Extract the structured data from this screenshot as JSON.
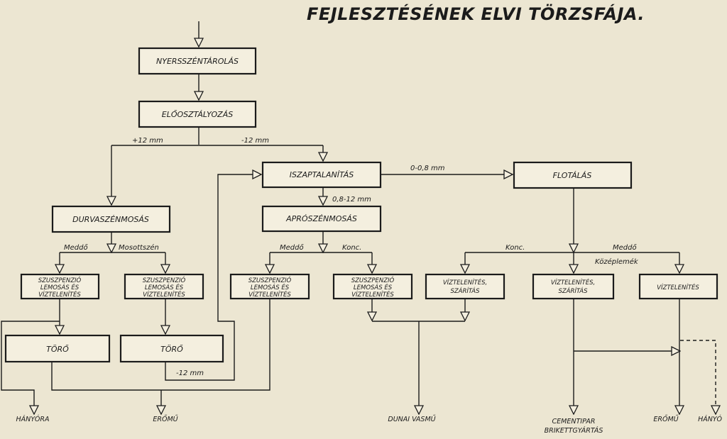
{
  "title": "FEJLESZTÉSÉNEK ELVI TÖRZSFÁJA.",
  "nodes": {
    "nyers": "NYERSSZÉNTÁROLÁS",
    "eloosztalyozas": "ELŐOSZTÁLYOZÁS",
    "iszaptalanitas": "ISZAPTALANÍTÁS",
    "flotalas": "FLOTÁLÁS",
    "durva": "DURVASZÉNMOSÁS",
    "apro": "APRÓSZÉNMOSÁS",
    "szusp1": [
      "SZUSZPENZIÓ",
      "LEMOSÁS ÉS",
      "VÍZTELENÍTÉS"
    ],
    "szusp2": [
      "SZUSZPENZIÓ",
      "LEMOSÁS ÉS",
      "VÍZTELENÍTÉS"
    ],
    "szusp3": [
      "SZUSZPENZIÓ",
      "LEMOSÁS ÉS",
      "VÍZTELENÍTÉS"
    ],
    "szusp4": [
      "SZUSZPENZIÓ",
      "LEMOSÁS ÉS",
      "VÍZTELENÍTÉS"
    ],
    "vizszar1": [
      "VÍZTELENÍTÉS,",
      "SZÁRÍTÁS"
    ],
    "vizszar2": [
      "VÍZTELENÍTÉS,",
      "SZÁRÍTÁS"
    ],
    "viztel": "VÍZTELENÍTÉS",
    "toro1": "TÖRŐ",
    "toro2": "TÖRŐ"
  },
  "edges": {
    "plus12": "+12 mm",
    "minus12": "-12 mm",
    "fine": "0-0,8 mm",
    "range": "0,8-12 mm",
    "meddo1": "Meddő",
    "mosott": "Mosottszén",
    "meddo2": "Meddő",
    "konc1": "Konc.",
    "konc2": "Konc.",
    "meddo3": "Meddő",
    "kozeplemek": "Középlemék",
    "minus12b": "-12 mm"
  },
  "outputs": {
    "hanyora": "HÁNYÓRA",
    "eromu1": "ERŐMŰ",
    "dunai": "DUNAI VASMŰ",
    "cement": [
      "CEMENTIPAR",
      "BRIKETTGYÁRTÁS"
    ],
    "eromu2": "ERŐMŰ",
    "hanyo": "HÁNYÓ"
  }
}
